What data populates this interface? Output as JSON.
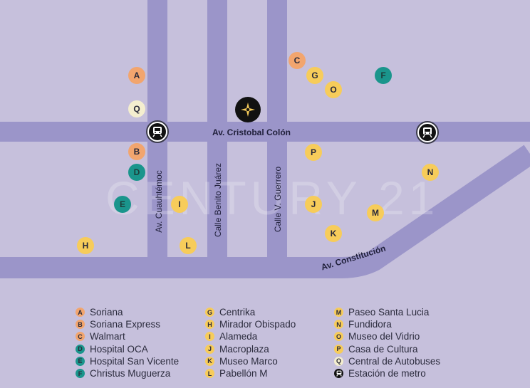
{
  "colors": {
    "background": "#c6c0dc",
    "road": "#9b95c9",
    "orange": "#f2a56e",
    "yellow": "#f7cc5a",
    "teal": "#1a958c",
    "cream": "#f4eecf",
    "metro": "#111111"
  },
  "streets": {
    "cristobal_colon": "Av. Cristobal Colón",
    "cuauhtemoc": "Av. Cuauhtémoc",
    "benito_juarez": "Calle Benito Juárez",
    "guerrero": "Calle V. Guerrero",
    "constitucion": "Av. Constitución"
  },
  "watermark": "CENTURY 21",
  "markers": [
    {
      "letter": "A",
      "color": "orange"
    },
    {
      "letter": "Q",
      "color": "cream"
    },
    {
      "letter": "B",
      "color": "orange"
    },
    {
      "letter": "D",
      "color": "teal"
    },
    {
      "letter": "E",
      "color": "teal"
    },
    {
      "letter": "I",
      "color": "yellow"
    },
    {
      "letter": "H",
      "color": "yellow"
    },
    {
      "letter": "L",
      "color": "yellow"
    },
    {
      "letter": "C",
      "color": "orange"
    },
    {
      "letter": "G",
      "color": "yellow"
    },
    {
      "letter": "O",
      "color": "yellow"
    },
    {
      "letter": "F",
      "color": "teal"
    },
    {
      "letter": "P",
      "color": "yellow"
    },
    {
      "letter": "J",
      "color": "yellow"
    },
    {
      "letter": "K",
      "color": "yellow"
    },
    {
      "letter": "M",
      "color": "yellow"
    },
    {
      "letter": "N",
      "color": "yellow"
    }
  ],
  "metro_stations": [
    {
      "icon": "metro-icon"
    },
    {
      "icon": "metro-icon"
    }
  ],
  "legend": {
    "col1": [
      {
        "letter": "A",
        "color": "orange",
        "label": "Soriana"
      },
      {
        "letter": "B",
        "color": "orange",
        "label": "Soriana Express"
      },
      {
        "letter": "C",
        "color": "orange",
        "label": "Walmart"
      },
      {
        "letter": "D",
        "color": "teal",
        "label": "Hospital OCA"
      },
      {
        "letter": "E",
        "color": "teal",
        "label": "Hospital San Vicente"
      },
      {
        "letter": "F",
        "color": "teal",
        "label": "Christus Muguerza"
      }
    ],
    "col2": [
      {
        "letter": "G",
        "color": "yellow",
        "label": "Centrika"
      },
      {
        "letter": "H",
        "color": "yellow",
        "label": "Mirador Obispado"
      },
      {
        "letter": "I",
        "color": "yellow",
        "label": "Alameda"
      },
      {
        "letter": "J",
        "color": "yellow",
        "label": "Macroplaza"
      },
      {
        "letter": "K",
        "color": "yellow",
        "label": "Museo Marco"
      },
      {
        "letter": "L",
        "color": "yellow",
        "label": "Pabellón M"
      }
    ],
    "col3": [
      {
        "letter": "M",
        "color": "yellow",
        "label": "Paseo Santa Lucia"
      },
      {
        "letter": "N",
        "color": "yellow",
        "label": "Fundidora"
      },
      {
        "letter": "O",
        "color": "yellow",
        "label": "Museo del Vidrio"
      },
      {
        "letter": "P",
        "color": "yellow",
        "label": "Casa de Cultura"
      },
      {
        "letter": "Q",
        "color": "cream",
        "label": "Central de Autobuses"
      },
      {
        "letter": "",
        "color": "metro",
        "label": "Estación de metro"
      }
    ]
  }
}
